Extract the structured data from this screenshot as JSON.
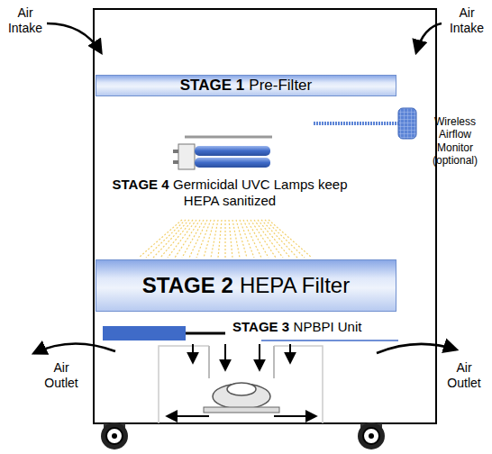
{
  "diagram": {
    "nodes": [
      {
        "text": [
          "STAGE 1",
          "Pre-Filter"
        ]
      },
      {
        "text": [
          "STAGE 2",
          "HEPA Filter"
        ]
      }
    ],
    "labels": [
      "Air Intake",
      "Air Intake",
      "Wireless Airflow Monitor (optional)",
      "STAGE 4",
      "Germicidal UVC Lamps keep HEPA sanitized",
      "STAGE 3",
      "NPBPI Unit",
      "Air Outlet",
      "Air Outlet"
    ]
  }
}
